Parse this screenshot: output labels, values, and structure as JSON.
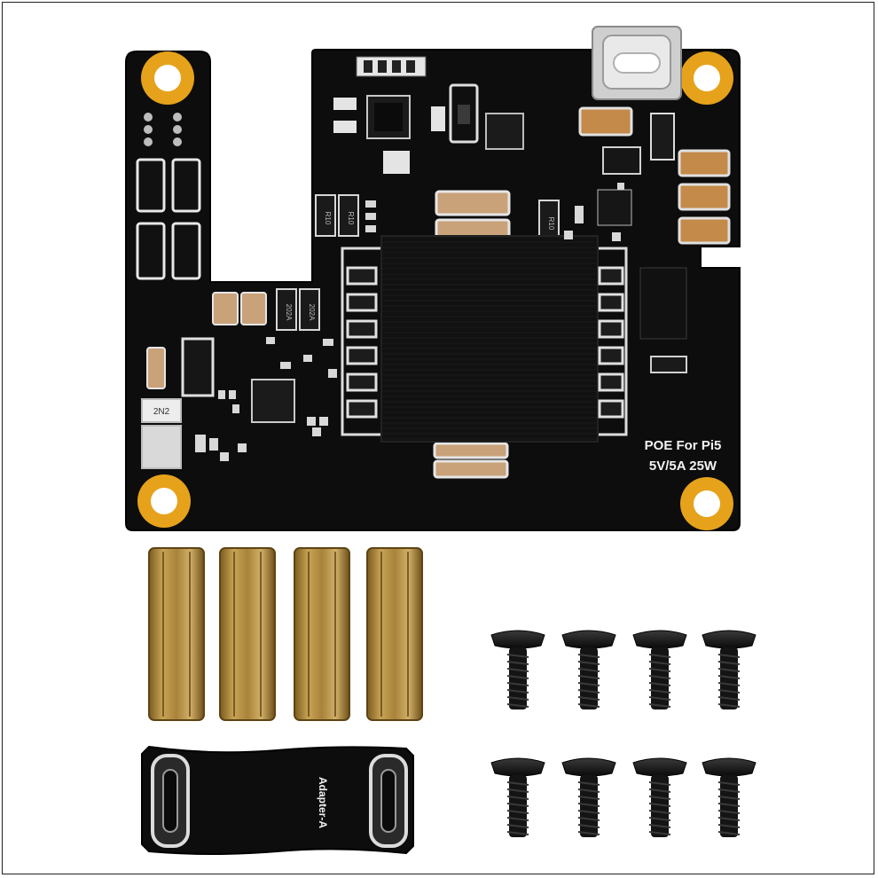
{
  "product": {
    "board_title": "POE For Pi5",
    "board_spec": "5V/5A 25W",
    "adapter_label": "Adapter-A",
    "chip_marks": [
      "R10",
      "R10",
      "202A",
      "202A",
      "R10",
      "2N2"
    ]
  },
  "colors": {
    "background": "#ffffff",
    "pcb": "#0d0d0d",
    "gold_pad": "#e6a21a",
    "brass": "#b08a3a",
    "screw": "#141414",
    "silkscreen": "#f2f2f2"
  },
  "accessories": {
    "standoff_count": 4,
    "screw_count": 8,
    "adapter_count": 1
  }
}
